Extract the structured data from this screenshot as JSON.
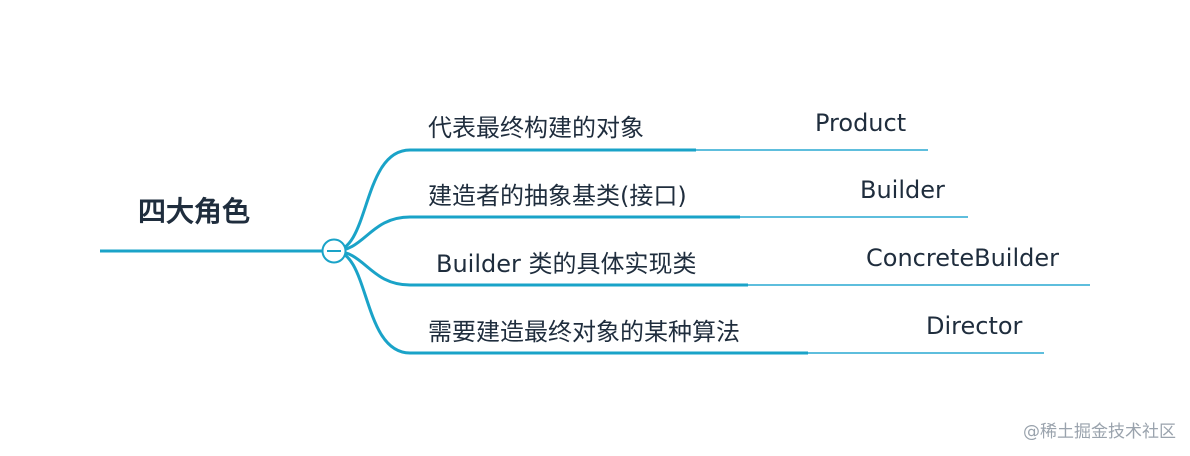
{
  "root": {
    "label": "四大角色",
    "collapse_symbol": "—"
  },
  "branches": [
    {
      "label": "代表最终构建的对象",
      "leaf": "Product"
    },
    {
      "label": "建造者的抽象基类(接口)",
      "leaf": "Builder"
    },
    {
      "label": "Builder 类的具体实现类",
      "leaf": "ConcreteBuilder"
    },
    {
      "label": "需要建造最终对象的某种算法",
      "leaf": "Director"
    }
  ],
  "watermark": "@稀土掘金技术社区",
  "colors": {
    "main_line": "#1aa3c8",
    "leaf_line": "#29a9d2",
    "text": "#1f2d3d",
    "watermark": "#9aa3ad"
  }
}
